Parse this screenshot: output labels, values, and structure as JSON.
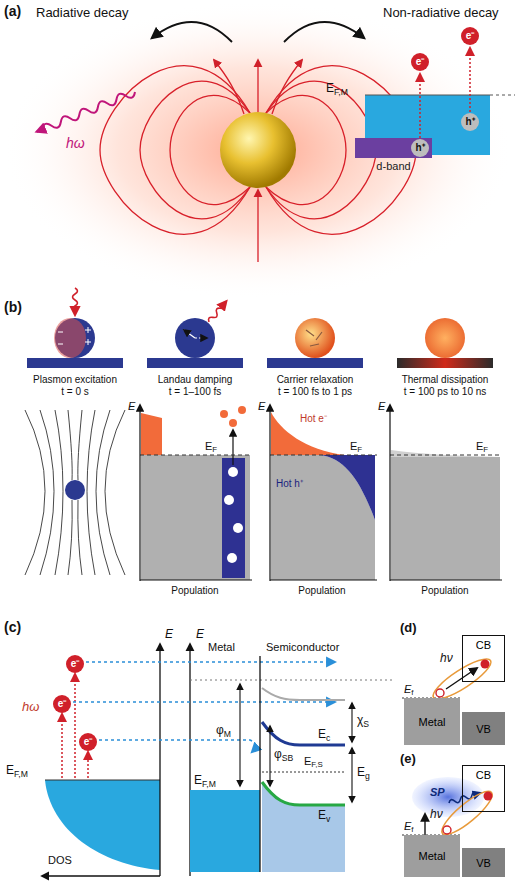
{
  "diagram": {
    "nodes": [
      {
        "text": [
          "d-band"
        ]
      },
      {
        "text": [
          "Metal"
        ]
      },
      {
        "text": [
          "VB"
        ]
      },
      {
        "text": [
          "CB"
        ]
      },
      {
        "text": [
          "Metal"
        ]
      },
      {
        "text": [
          "VB"
        ]
      },
      {
        "text": [
          "CB"
        ]
      }
    ],
    "labels": [
      "(a)",
      "Radiative decay",
      "Non-radiative decay",
      "hω",
      "EF,M",
      "e⁻",
      "e⁻",
      "h⁺",
      "h⁺",
      "(b)",
      "Plasmon excitation",
      "t = 0 s",
      "Landau damping",
      "t = 1–100 fs",
      "Carrier relaxation",
      "t = 100 fs to 1 ps",
      "Thermal dissipation",
      "t = 100 ps to 10 ns",
      "E",
      "EF",
      "Population",
      "E",
      "Hot e⁻",
      "Hot h⁺",
      "EF",
      "Population",
      "E",
      "EF",
      "Population",
      "(c)",
      "E",
      "hω",
      "e⁻",
      "e⁻",
      "e⁻",
      "EF,M",
      "DOS",
      "E",
      "Metal",
      "Semiconductor",
      "φM",
      "χS",
      "φSB",
      "Ec",
      "Eg",
      "EF,S",
      "Ev",
      "EF,M",
      "(d)",
      "Ef",
      "hν",
      "(e)",
      "SP",
      "hν",
      "Ef"
    ]
  }
}
